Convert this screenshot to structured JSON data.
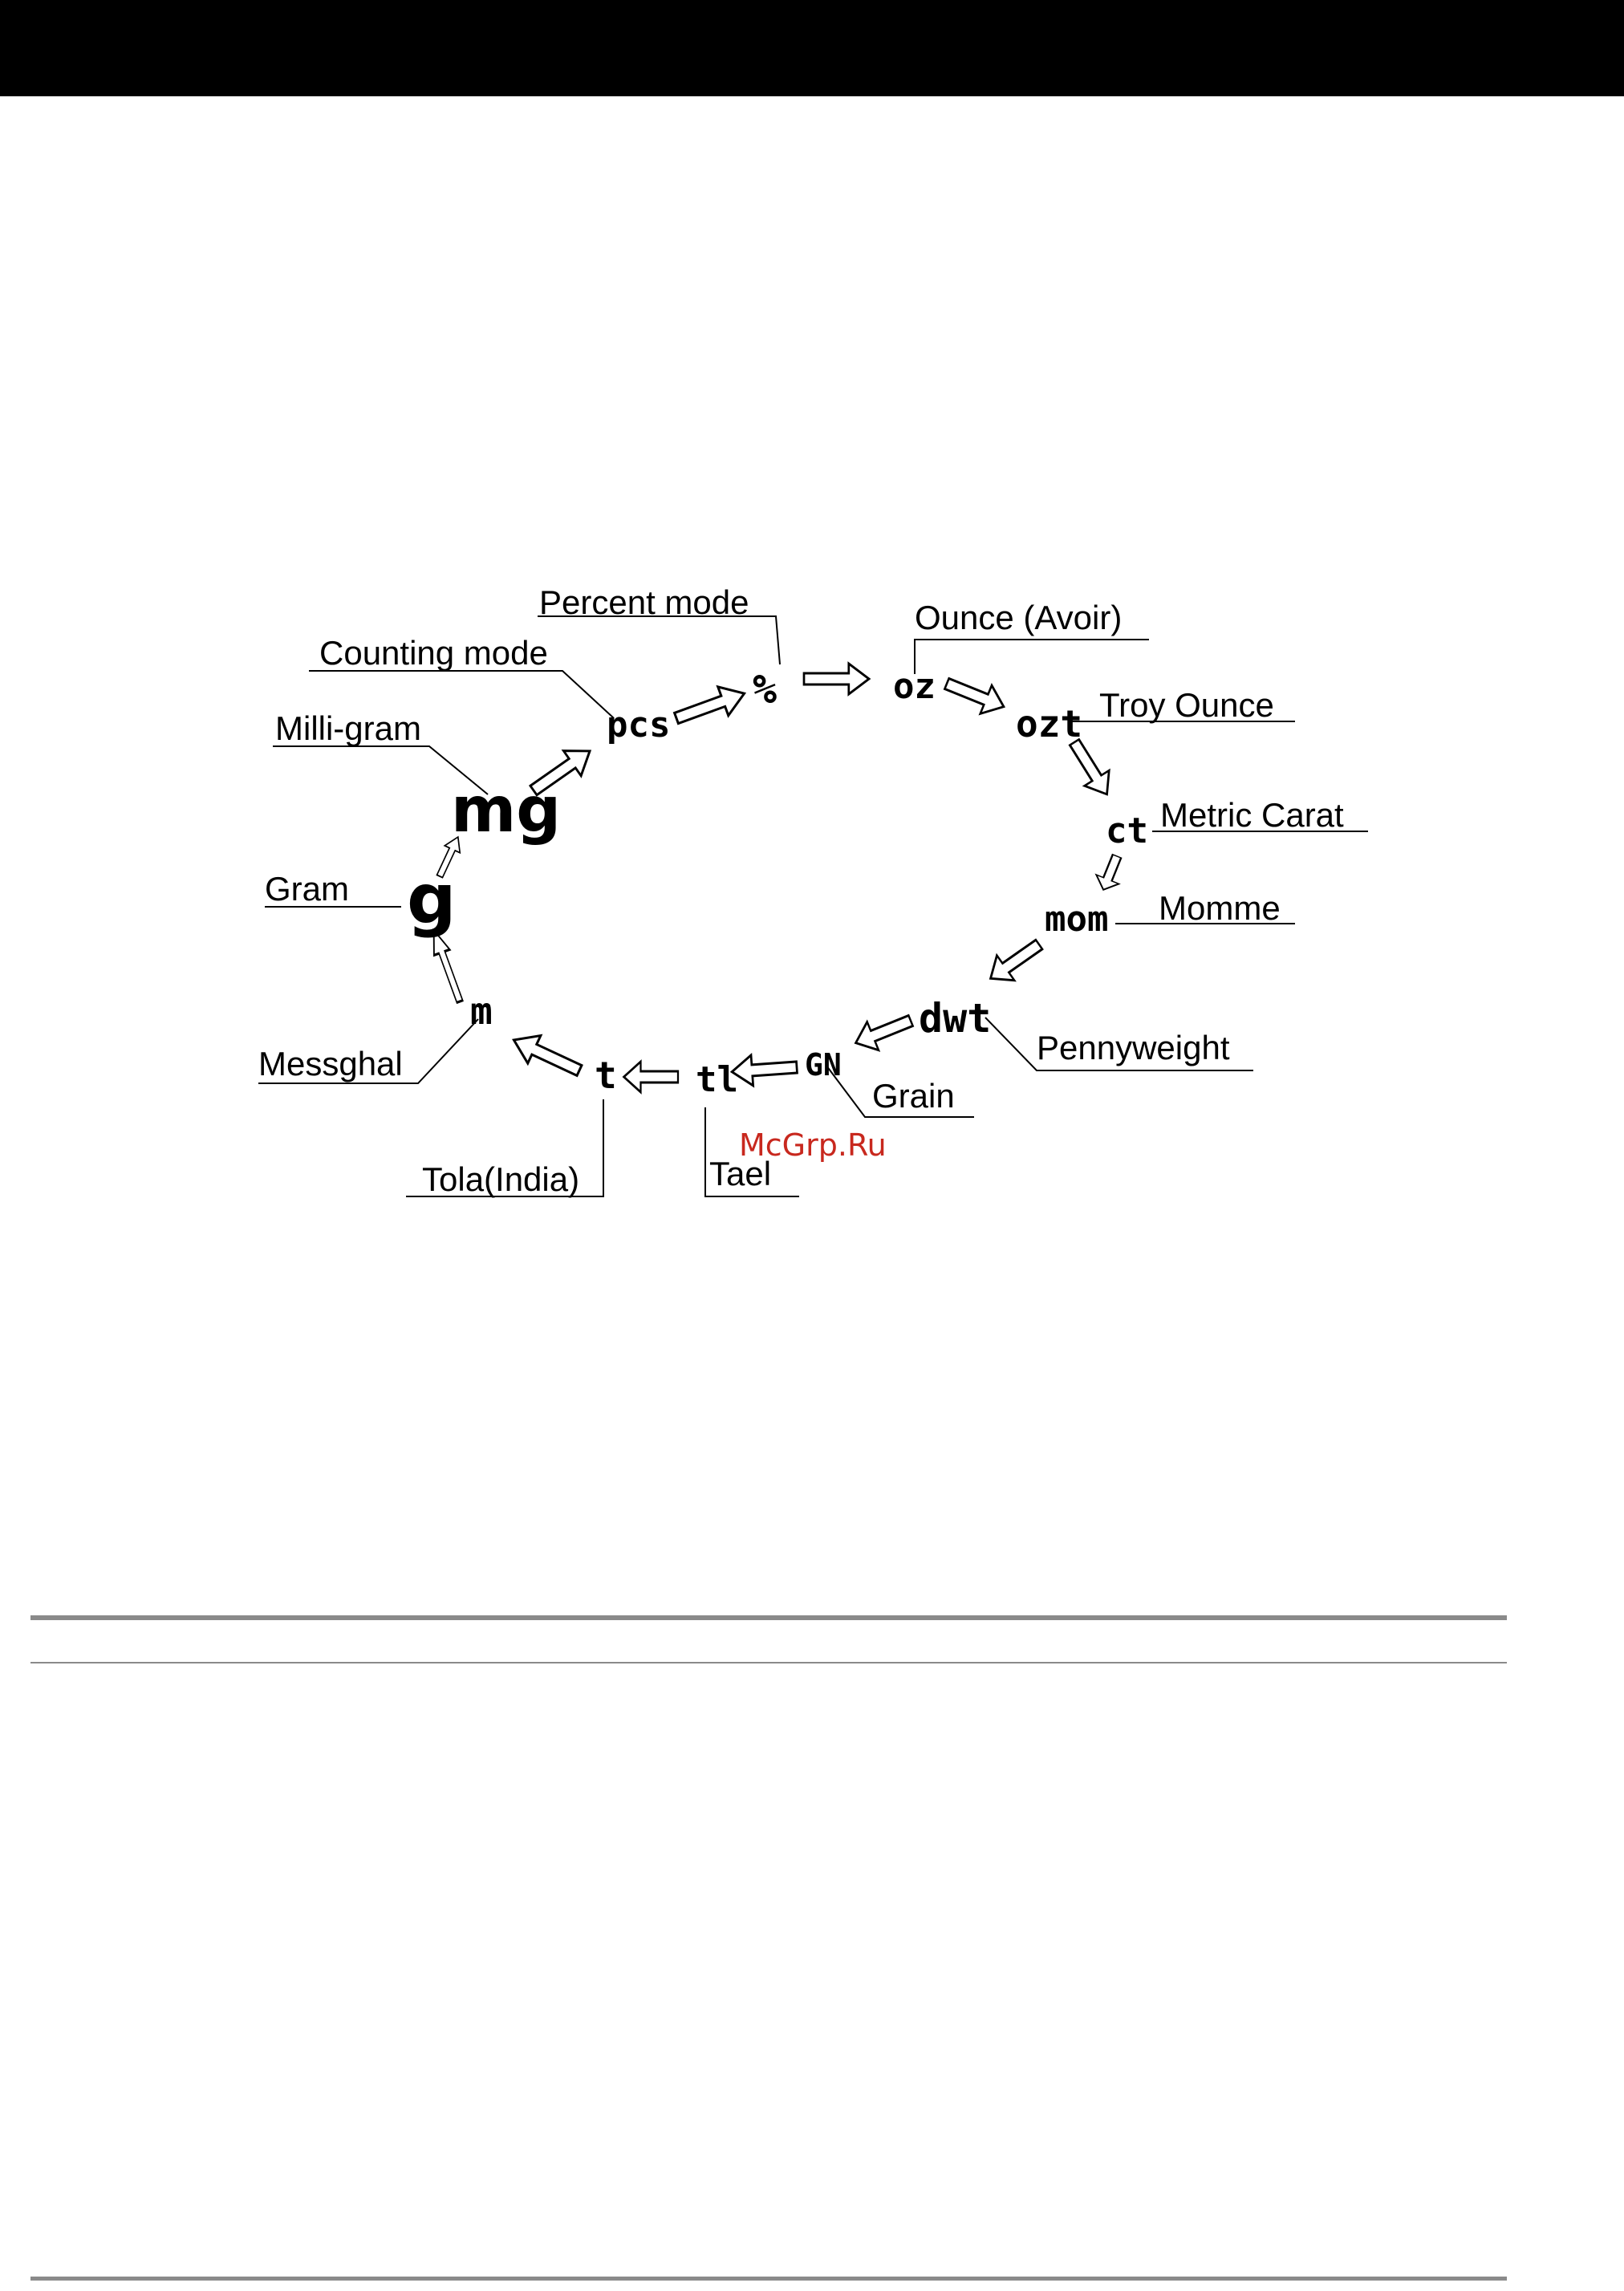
{
  "units": [
    {
      "key": "percent",
      "symbol": "%",
      "label": "Percent mode"
    },
    {
      "key": "oz",
      "symbol": "oz",
      "label": "Ounce (Avoir)"
    },
    {
      "key": "ozt",
      "symbol": "ozt",
      "label": "Troy Ounce"
    },
    {
      "key": "ct",
      "symbol": "ct",
      "label": "Metric Carat"
    },
    {
      "key": "mom",
      "symbol": "mom",
      "label": "Momme"
    },
    {
      "key": "dwt",
      "symbol": "dwt",
      "label": "Pennyweight"
    },
    {
      "key": "gn",
      "symbol": "GN",
      "label": "Grain"
    },
    {
      "key": "tl",
      "symbol": "tl",
      "label": "Tael"
    },
    {
      "key": "t",
      "symbol": "t",
      "label": "Tola(India)"
    },
    {
      "key": "m",
      "symbol": "m",
      "label": "Messghal"
    },
    {
      "key": "g",
      "symbol": "g",
      "label": "Gram"
    },
    {
      "key": "mg",
      "symbol": "mg",
      "label": "Milli-gram"
    },
    {
      "key": "pcs",
      "symbol": "pcs",
      "label": "Counting mode"
    }
  ],
  "watermark": "McGrp.Ru"
}
